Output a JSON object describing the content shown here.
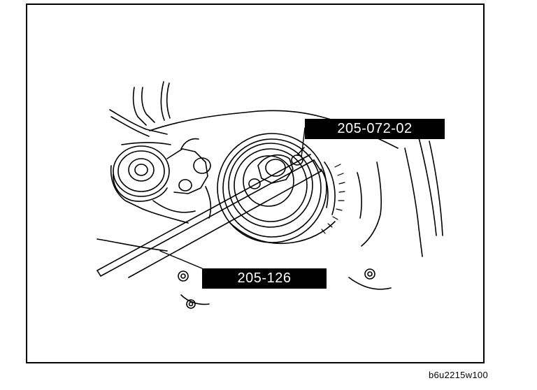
{
  "figure": {
    "callouts": {
      "tool_a": "205-072-02",
      "tool_b": "205-126"
    },
    "code": "b6u2215w100",
    "colors": {
      "line": "#000000",
      "background": "#ffffff",
      "label_bg": "#000000",
      "label_text": "#ffffff"
    }
  }
}
